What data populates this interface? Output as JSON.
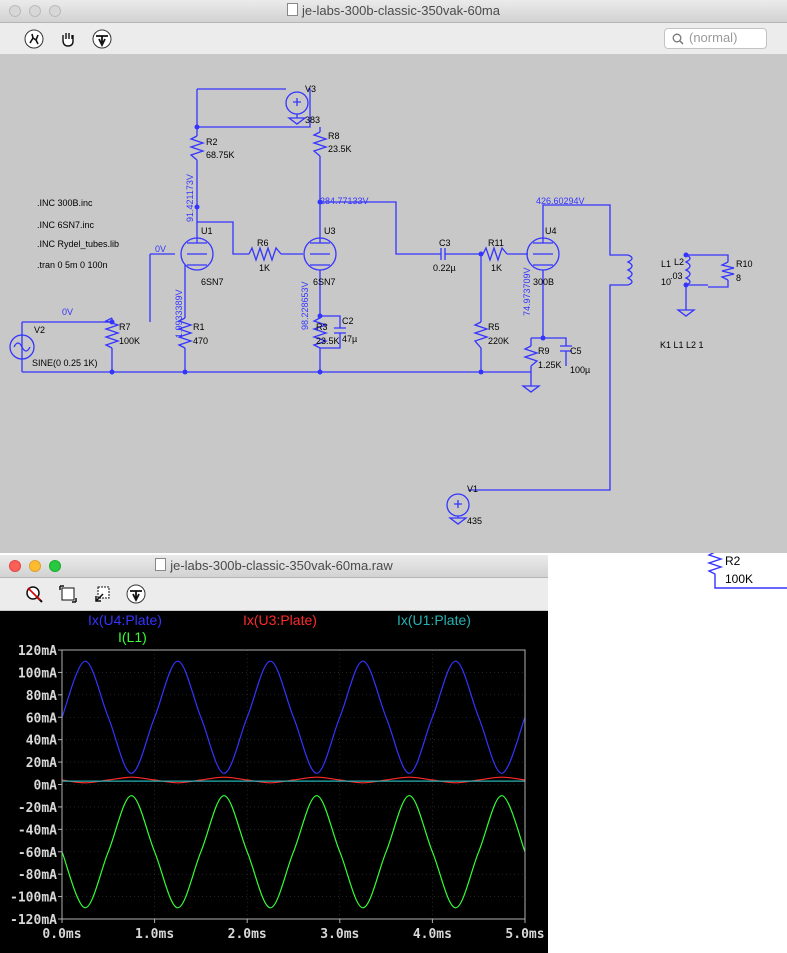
{
  "schematic_window": {
    "title": "je-labs-300b-classic-350vak-60ma",
    "search_placeholder": "(normal)",
    "toolbar": [
      "run-icon",
      "pan-hand-icon",
      "probe-icon"
    ],
    "directives": [
      ".INC 300B.inc",
      ".INC 6SN7.inc",
      ".INC Rydel_tubes.lib",
      ".tran 0 5m 0 100n"
    ],
    "coupling_directive": "K1 L1 L2 1",
    "components": {
      "V3": {
        "name": "V3",
        "value": "383"
      },
      "V1": {
        "name": "V1",
        "value": "435"
      },
      "V2": {
        "name": "V2",
        "value": "SINE(0 0.25 1K)"
      },
      "R2": {
        "name": "R2",
        "value": "68.75K"
      },
      "R8": {
        "name": "R8",
        "value": "23.5K"
      },
      "R6": {
        "name": "R6",
        "value": "1K"
      },
      "R7": {
        "name": "R7",
        "value": "100K"
      },
      "R1": {
        "name": "R1",
        "value": "470"
      },
      "R3": {
        "name": "R3",
        "value": "23.5K"
      },
      "C2": {
        "name": "C2",
        "value": "47µ"
      },
      "C3": {
        "name": "C3",
        "value": "0.22µ"
      },
      "R11": {
        "name": "R11",
        "value": "1K"
      },
      "R5": {
        "name": "R5",
        "value": "220K"
      },
      "R9": {
        "name": "R9",
        "value": "1.25K"
      },
      "C5": {
        "name": "C5",
        "value": "100µ"
      },
      "U1": {
        "name": "U1",
        "value": "6SN7"
      },
      "U3": {
        "name": "U3",
        "value": "6SN7"
      },
      "U4": {
        "name": "U4",
        "value": "300B"
      },
      "L1": {
        "name": "L1",
        "value": "10"
      },
      "L2": {
        "name": "L2",
        "value": ".03"
      },
      "R10": {
        "name": "R10",
        "value": "8"
      }
    },
    "node_voltages": {
      "u1_plate": "91.421173V",
      "u1_cathode": "1.9933389V",
      "u3_plate": "284.77133V",
      "u3_cathode": "98.228653V",
      "u4_plate": "426.60294V",
      "u4_cathode": "74.973709V",
      "u1_grid": "0V",
      "input": "0V"
    }
  },
  "background_fragment": {
    "name": "R2",
    "value": "100K"
  },
  "waveform_window": {
    "title": "je-labs-300b-classic-350vak-60ma.raw",
    "toolbar": [
      "zoom-cancel-icon",
      "autorange-icon",
      "zoom-back-icon",
      "probe-icon"
    ],
    "legend": [
      {
        "label": "Ix(U4:Plate)",
        "color": "#3434ff"
      },
      {
        "label": "Ix(U3:Plate)",
        "color": "#ff2a2a"
      },
      {
        "label": "Ix(U1:Plate)",
        "color": "#26b2b2"
      },
      {
        "label": "I(L1)",
        "color": "#33ff33"
      }
    ]
  },
  "chart_data": {
    "type": "line",
    "title": "",
    "xlabel": "",
    "ylabel": "",
    "xlim": [
      0,
      5
    ],
    "ylim": [
      -120,
      120
    ],
    "x_unit": "ms",
    "y_unit": "mA",
    "grid": true,
    "x_tick_labels": [
      "0.0ms",
      "1.0ms",
      "2.0ms",
      "3.0ms",
      "4.0ms",
      "5.0ms"
    ],
    "y_tick_labels": [
      "120mA",
      "100mA",
      "80mA",
      "60mA",
      "40mA",
      "20mA",
      "0mA",
      "-20mA",
      "-40mA",
      "-60mA",
      "-80mA",
      "-100mA",
      "-120mA"
    ],
    "series": [
      {
        "name": "Ix(U4:Plate)",
        "color": "#3434ff",
        "x": [
          0.0,
          0.25,
          0.5,
          0.75,
          1.0,
          1.25,
          1.5,
          1.75,
          2.0,
          2.25,
          2.5,
          2.75,
          3.0,
          3.25,
          3.5,
          3.75,
          4.0,
          4.25,
          4.5,
          4.75,
          5.0
        ],
        "y": [
          60,
          110,
          60,
          10,
          60,
          110,
          60,
          10,
          60,
          110,
          60,
          10,
          60,
          110,
          60,
          10,
          60,
          110,
          60,
          10,
          60
        ]
      },
      {
        "name": "Ix(U3:Plate)",
        "color": "#ff2a2a",
        "x": [
          0.0,
          0.25,
          0.5,
          0.75,
          1.0,
          1.25,
          1.5,
          1.75,
          2.0,
          2.25,
          2.5,
          2.75,
          3.0,
          3.25,
          3.5,
          3.75,
          4.0,
          4.25,
          4.5,
          4.75,
          5.0
        ],
        "y": [
          4,
          1.5,
          4,
          6.5,
          4,
          1.5,
          4,
          6.5,
          4,
          1.5,
          4,
          6.5,
          4,
          1.5,
          4,
          6.5,
          4,
          1.5,
          4,
          6.5,
          4
        ]
      },
      {
        "name": "Ix(U1:Plate)",
        "color": "#26b2b2",
        "x": [
          0.0,
          0.25,
          0.5,
          0.75,
          1.0,
          1.25,
          1.5,
          1.75,
          2.0,
          2.25,
          2.5,
          2.75,
          3.0,
          3.25,
          3.5,
          3.75,
          4.0,
          4.25,
          4.5,
          4.75,
          5.0
        ],
        "y": [
          3,
          3,
          3,
          3,
          3,
          3,
          3,
          3,
          3,
          3,
          3,
          3,
          3,
          3,
          3,
          3,
          3,
          3,
          3,
          3,
          3
        ]
      },
      {
        "name": "I(L1)",
        "color": "#33ff33",
        "x": [
          0.0,
          0.25,
          0.5,
          0.75,
          1.0,
          1.25,
          1.5,
          1.75,
          2.0,
          2.25,
          2.5,
          2.75,
          3.0,
          3.25,
          3.5,
          3.75,
          4.0,
          4.25,
          4.5,
          4.75,
          5.0
        ],
        "y": [
          -60,
          -110,
          -60,
          -10,
          -60,
          -110,
          -60,
          -10,
          -60,
          -110,
          -60,
          -10,
          -60,
          -110,
          -60,
          -10,
          -60,
          -110,
          -60,
          -10,
          -60
        ]
      }
    ]
  }
}
